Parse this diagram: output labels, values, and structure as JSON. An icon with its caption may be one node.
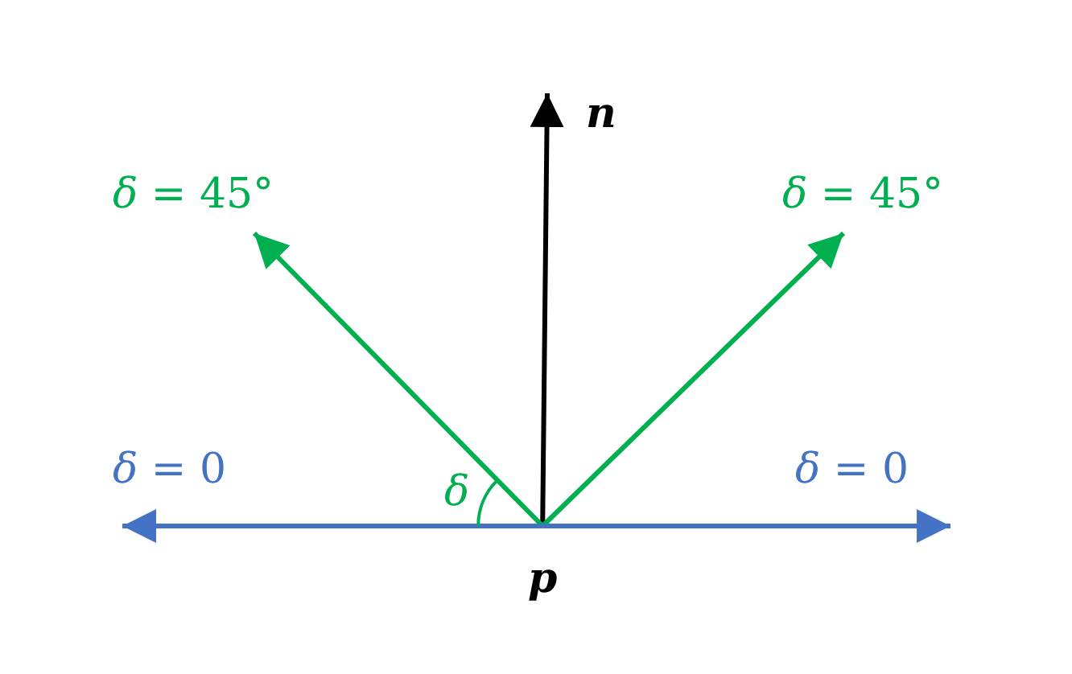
{
  "diagram": {
    "nodes": [
      {
        "text": [
          "n"
        ]
      },
      {
        "text": [
          "*δ* = 45°"
        ]
      },
      {
        "text": [
          "*δ* = 45°"
        ]
      },
      {
        "text": [
          "*δ* = 0"
        ]
      },
      {
        "text": [
          "*δ* = 0"
        ]
      },
      {
        "text": [
          "p"
        ]
      }
    ],
    "edges": [
      {
        "from": 5,
        "to": 0,
        "arrow": "to",
        "color": "#000000"
      },
      {
        "from": 5,
        "to": 1,
        "arrow": "to",
        "color": "#00b050"
      },
      {
        "from": 5,
        "to": 2,
        "arrow": "to",
        "color": "#00b050"
      },
      {
        "from": 5,
        "to": 3,
        "arrow": "to",
        "color": "#4472c4"
      },
      {
        "from": 5,
        "to": 4,
        "arrow": "to",
        "color": "#4472c4"
      }
    ],
    "labels": [
      "δ"
    ]
  }
}
